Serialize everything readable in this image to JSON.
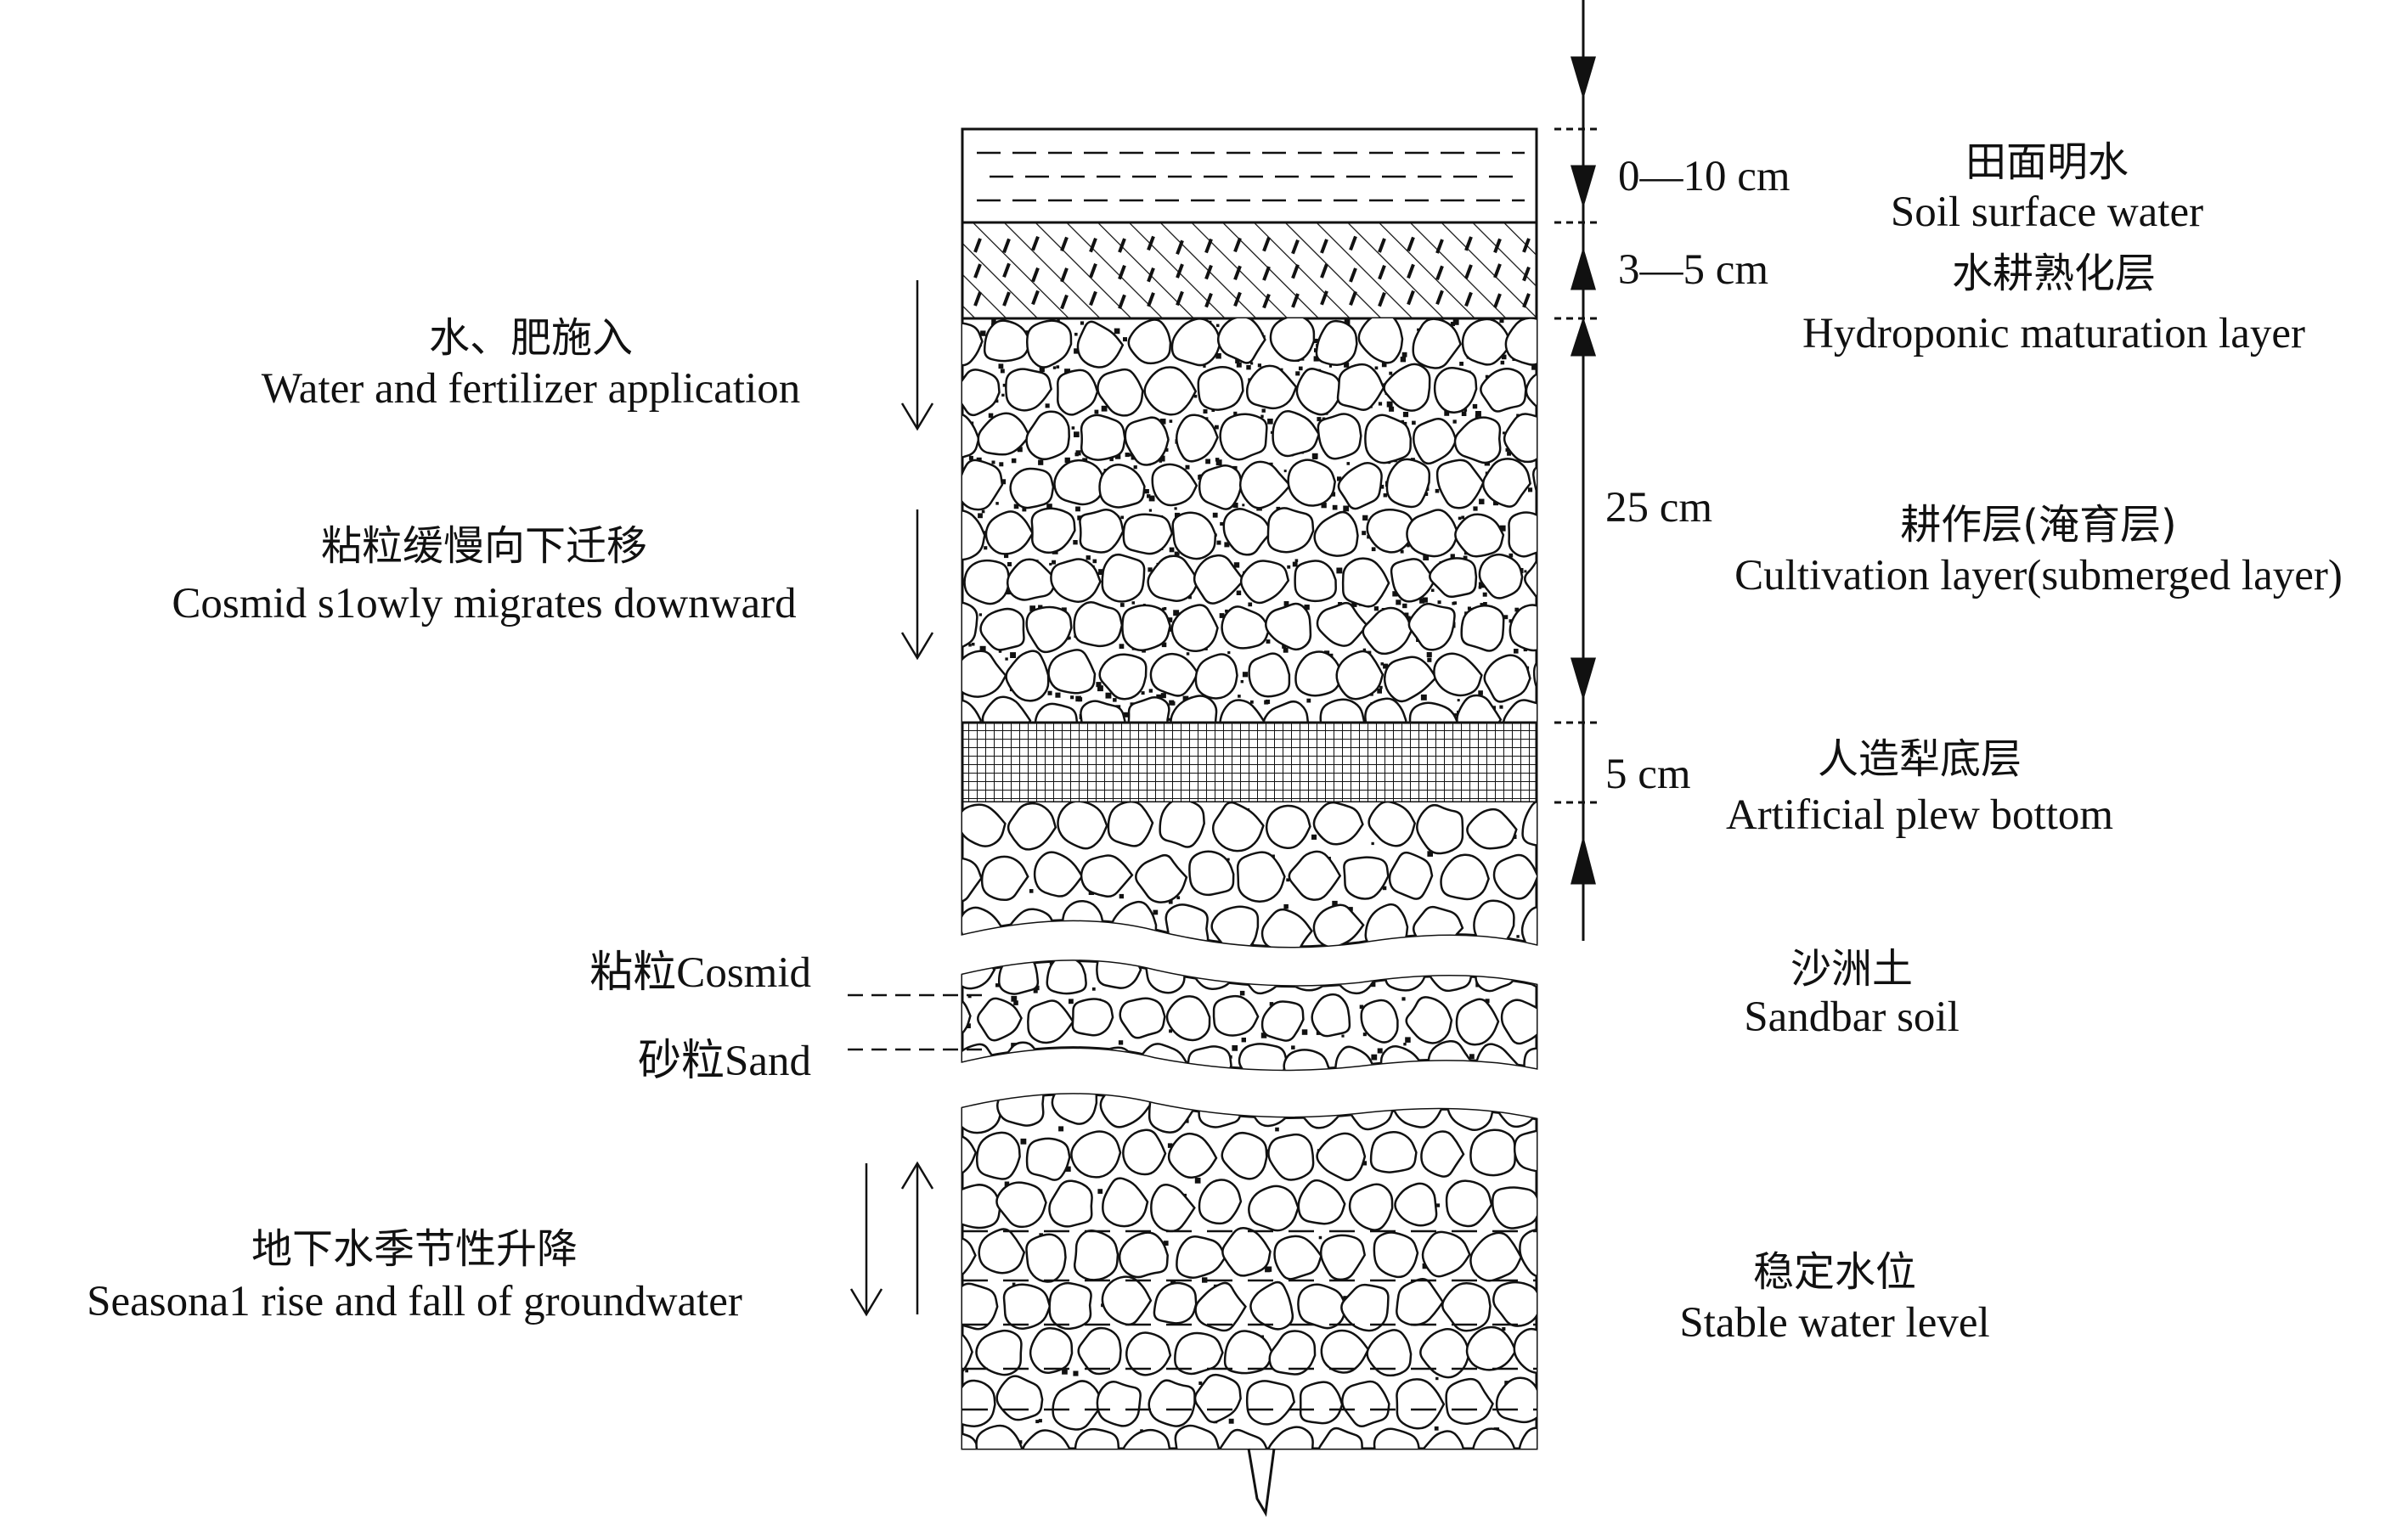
{
  "left_labels": {
    "water_fertilizer_zh": "水、肥施入",
    "water_fertilizer_en": "Water and fertilizer application",
    "cosmid_migrate_zh": "粘粒缓慢向下迁移",
    "cosmid_migrate_en": "Cosmid s1owly migrates downward",
    "cosmid_legend": "粘粒Cosmid",
    "sand_legend": "砂粒Sand",
    "groundwater_zh": "地下水季节性升降",
    "groundwater_en": "Seasona1 rise and fall of groundwater"
  },
  "depths": {
    "surface_water": "0—10 cm",
    "maturation": "3—5 cm",
    "cultivation": "25 cm",
    "plow_bottom": "5 cm"
  },
  "right_labels": {
    "surface_water_zh": "田面明水",
    "surface_water_en": "Soil surface water",
    "maturation_zh": "水耕熟化层",
    "maturation_en": "Hydroponic maturation layer",
    "cultivation_zh": "耕作层(淹育层)",
    "cultivation_en": "Cultivation layer(submerged layer)",
    "plow_zh": "人造犁底层",
    "plow_en": "Artificial plew bottom",
    "sandbar_zh": "沙洲土",
    "sandbar_en": "Sandbar soil",
    "stable_zh": "稳定水位",
    "stable_en": "Stable water level"
  }
}
